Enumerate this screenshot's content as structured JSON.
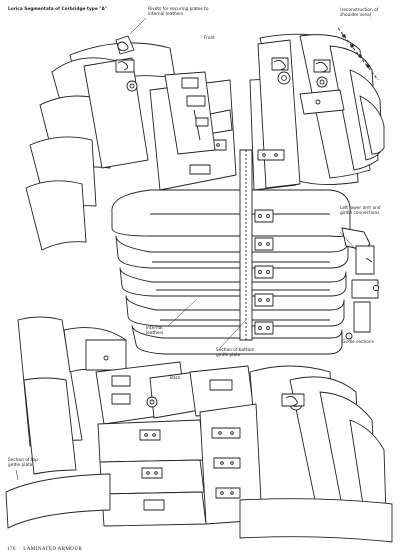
{
  "labels": {
    "title": "Lorica Segmentata of Corbridge type \"A\"",
    "rivets": "Rivets for securing plates to internal leathers",
    "front": "Front",
    "reconstruction": "(reconstruction of shoulder area)",
    "left_lower": "Left lower arm and girdle connections",
    "internal_leathers": "Internal leathers",
    "section_girdle": "Section of bottom girdle plate",
    "back": "Back",
    "girdle_section": "Girdle sections",
    "section_top_girdle": "Section of top girdle plate"
  },
  "footer": {
    "page": "176",
    "running_head": "LAMINATED ARMOUR"
  }
}
